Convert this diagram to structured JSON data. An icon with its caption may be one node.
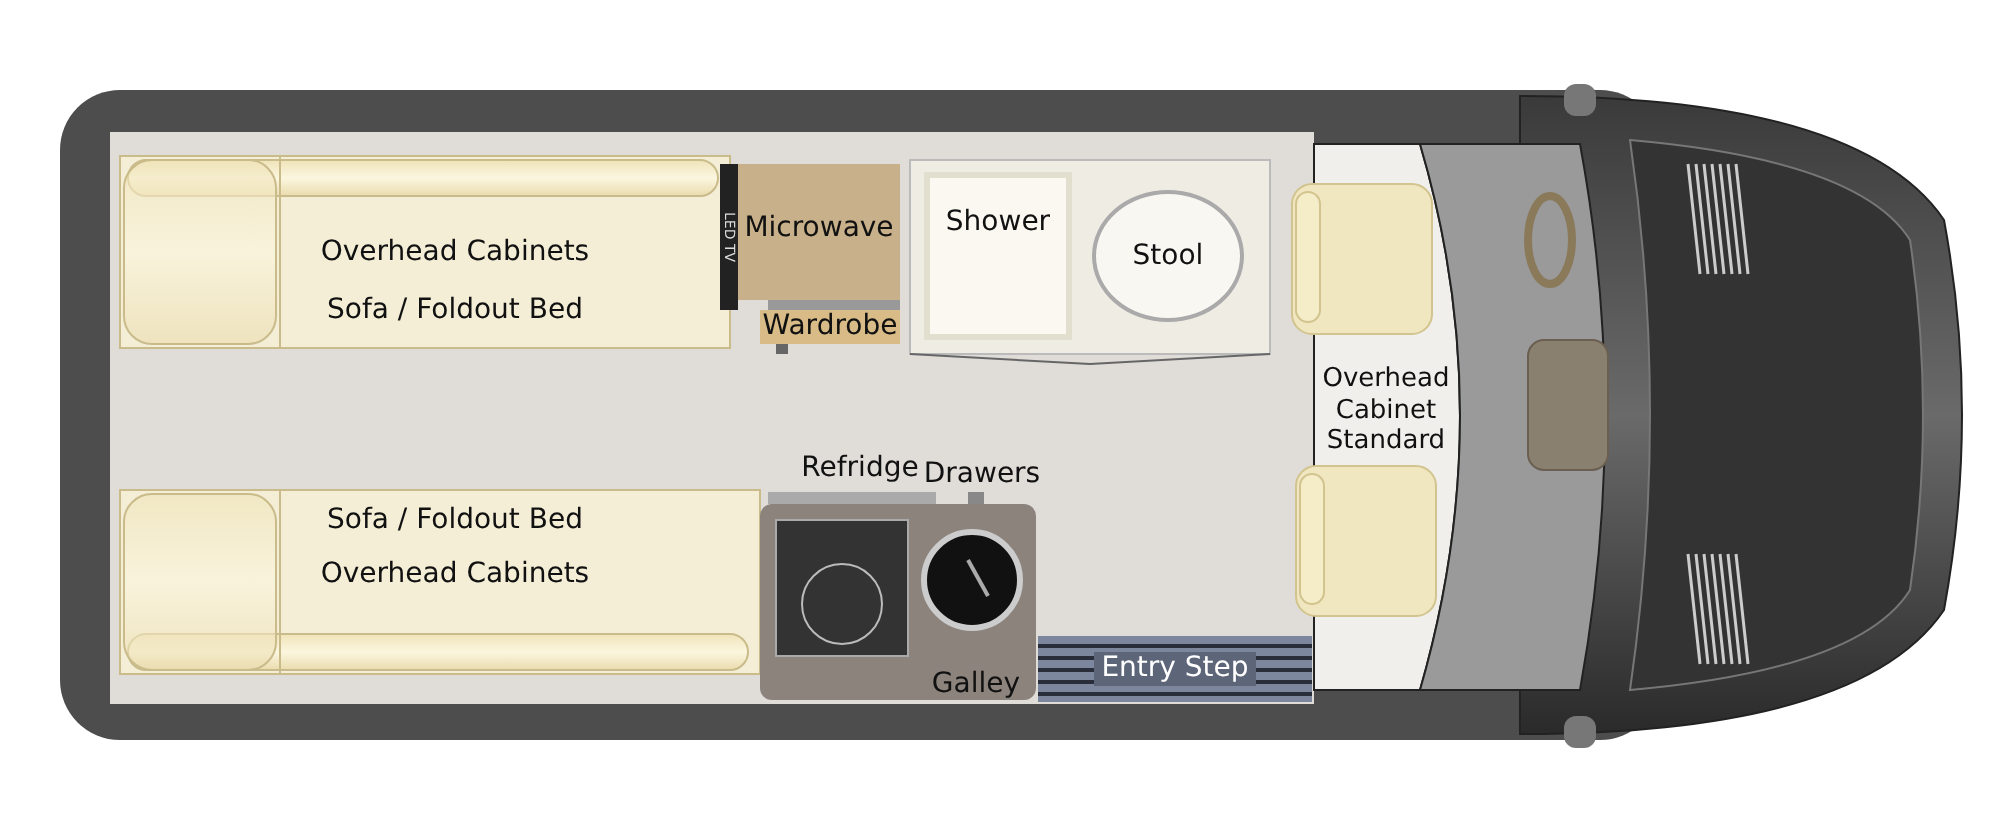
{
  "diagram": {
    "nodes": [
      {
        "text": [
          "LED TV"
        ]
      },
      {
        "text": [
          "Microwave"
        ]
      },
      {
        "text": [
          "Shower"
        ]
      },
      {
        "text": [
          "Stool"
        ]
      },
      {
        "text": [
          "Wardrobe"
        ]
      },
      {
        "text": [
          "Galley"
        ]
      },
      {
        "text": [
          "Entry Step"
        ]
      }
    ],
    "labels": [
      "Overhead Cabinets",
      "Sofa / Foldout Bed",
      "Refridge",
      "Drawers",
      "Overhead Cabinet Standard",
      "Sofa / Foldout Bed",
      "Overhead Cabinets"
    ]
  }
}
